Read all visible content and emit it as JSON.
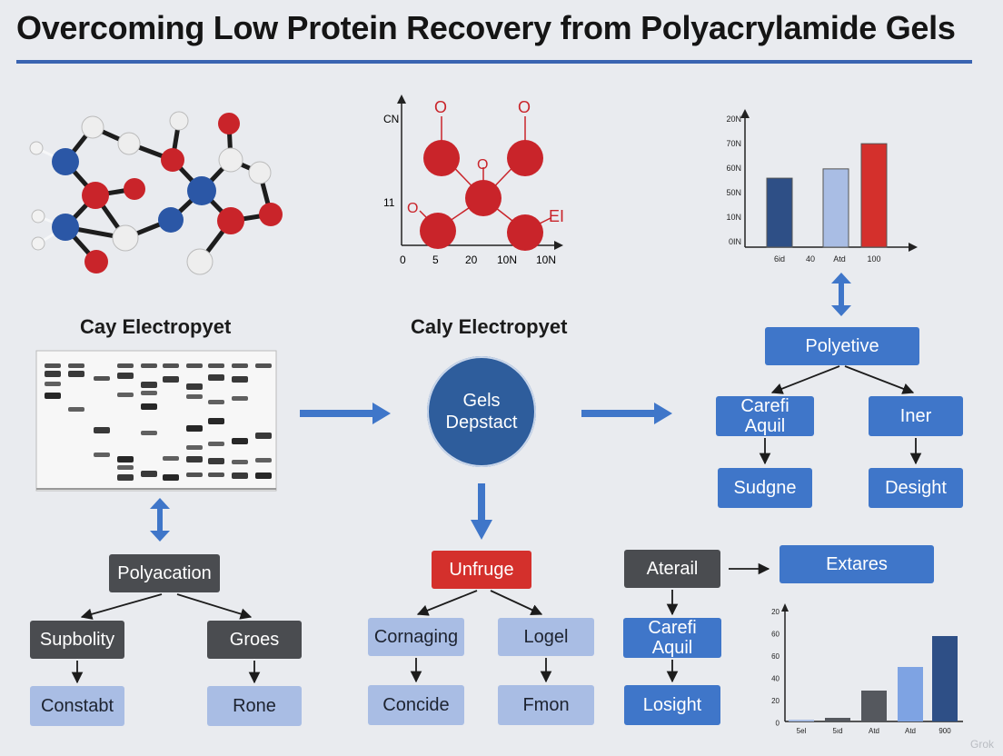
{
  "title": "Overcoming Low Protein Recovery from Polyacrylamide Gels",
  "colors": {
    "accent": "#3a64b1",
    "red": "#d4302c",
    "dark_blue": "#2e5d9c",
    "light_blue": "#a9bde4"
  },
  "molecule_plot": {
    "y_labels": [
      "CN",
      "11"
    ],
    "x_labels": [
      "0",
      "5",
      "20",
      "10N",
      "10N"
    ],
    "atom_labels": [
      "O",
      "O",
      "O",
      "O",
      "EI"
    ]
  },
  "left_heading": "Cay Electropyet",
  "center_heading": "Caly Electropyet",
  "center_circle": {
    "line1": "Gels",
    "line2": "Depstact"
  },
  "left_tree": {
    "root": "Polyacation",
    "child1": "Supbolity",
    "child2": "Groes",
    "leaf1": "Constabt",
    "leaf2": "Rone"
  },
  "center_tree": {
    "root": "Unfruge",
    "child1": "Cornaging",
    "child2": "Logel",
    "leaf1": "Concide",
    "leaf2": "Fmon"
  },
  "right_tree": {
    "root": "Polyetive",
    "child1_line1": "Carefi",
    "child1_line2": "Aquil",
    "child2": "Iner",
    "leaf1": "Sudgne",
    "leaf2": "Desight"
  },
  "bottom_right": {
    "aterail": "Aterail",
    "extares": "Extares",
    "carefi_line1": "Carefi",
    "carefi_line2": "Aquil",
    "losight": "Losight"
  },
  "chart_data": [
    {
      "type": "bar",
      "y_ticks": [
        "20N",
        "70N",
        "60N",
        "50N",
        "10N",
        "0IN"
      ],
      "x_labels": [
        "6id",
        "40",
        "Atd",
        "100"
      ],
      "values": [
        52,
        59,
        78
      ],
      "ylim": [
        0,
        100
      ],
      "colors": [
        "#2e4f86",
        "#a9bde4",
        "#d4302c"
      ]
    },
    {
      "type": "bar",
      "y_ticks": [
        "20",
        "60",
        "60",
        "40",
        "20",
        "0"
      ],
      "x_labels": [
        "5el",
        "5ıd",
        "Atd",
        "Atd",
        "900"
      ],
      "values": [
        1,
        2,
        17,
        30,
        47
      ],
      "ylim": [
        0,
        60
      ],
      "colors": [
        "#a9bde4",
        "#55585e",
        "#55585e",
        "#7ea3e3",
        "#2e4f86"
      ]
    }
  ],
  "watermark": "Grok"
}
